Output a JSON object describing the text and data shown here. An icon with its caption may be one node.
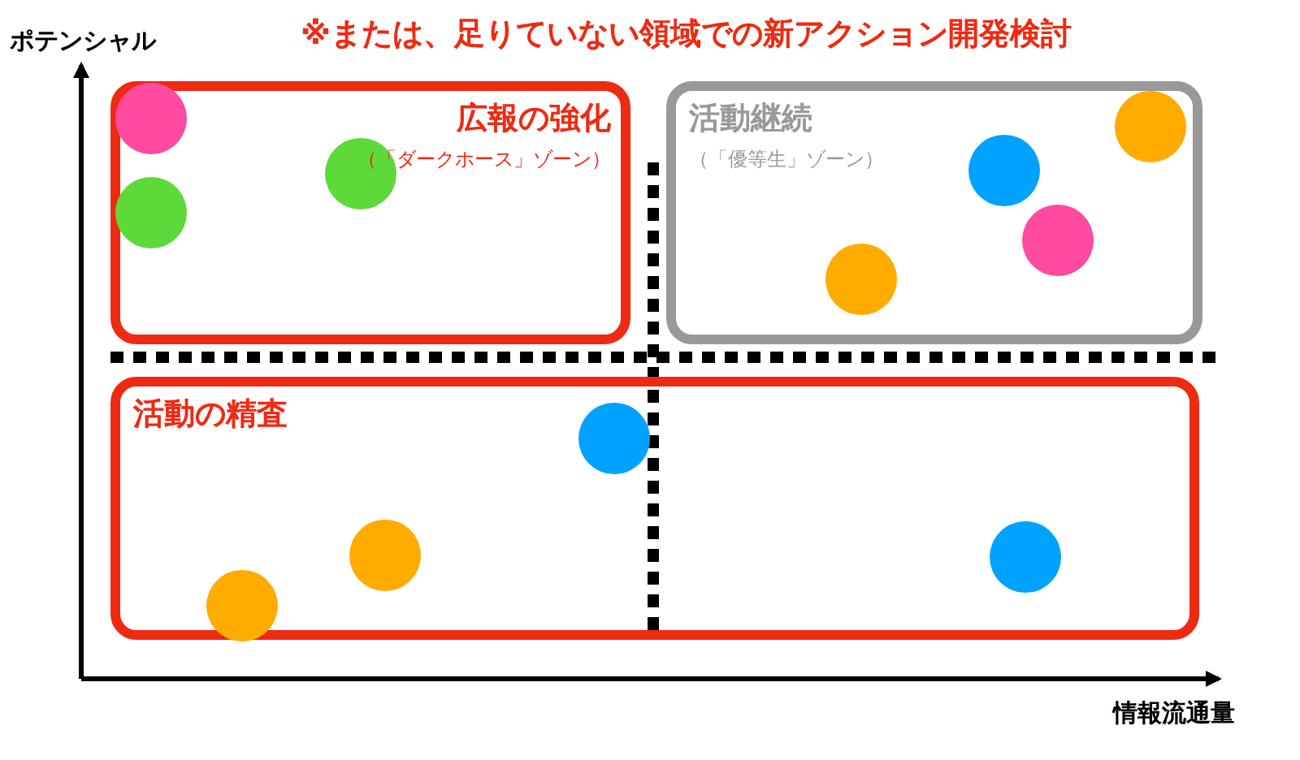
{
  "diagram": {
    "title": "※または、足りていない領域での新アクション開発検討",
    "nodes": [
      {
        "text": [
          "広報の強化",
          "（「ダークホース」ゾーン）"
        ]
      },
      {
        "text": [],
        "shape": "circle",
        "in": 0
      },
      {
        "text": [],
        "shape": "circle",
        "in": 0
      },
      {
        "text": [],
        "shape": "circle",
        "in": 0
      },
      {
        "text": [
          "活動継続",
          "（「優等生」ゾーン）"
        ]
      },
      {
        "text": [],
        "shape": "circle",
        "in": 4
      },
      {
        "text": [],
        "shape": "circle",
        "in": 4
      },
      {
        "text": [],
        "shape": "circle",
        "in": 4
      },
      {
        "text": [],
        "shape": "circle",
        "in": 4
      },
      {
        "text": [
          "活動の精査"
        ]
      },
      {
        "text": [],
        "shape": "circle",
        "in": 9
      },
      {
        "text": [],
        "shape": "circle",
        "in": 9
      },
      {
        "text": [],
        "shape": "circle",
        "in": 9
      },
      {
        "text": [],
        "shape": "circle",
        "in": 9
      }
    ],
    "labels": [
      "ポテンシャル",
      "情報流通量"
    ]
  }
}
